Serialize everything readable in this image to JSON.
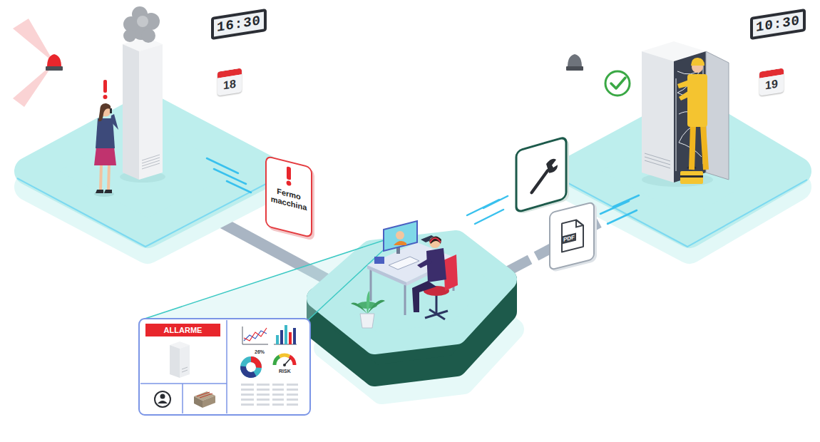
{
  "diagram": {
    "nodes": [
      {
        "text": [
          "16:30"
        ]
      },
      {
        "text": [
          "18"
        ]
      },
      {
        "text": [
          "Fermo macchina"
        ]
      },
      {
        "text": [
          "ALLARME"
        ]
      },
      {
        "text": [
          "PDF"
        ]
      },
      {
        "text": [
          "10:30"
        ]
      },
      {
        "text": [
          "19"
        ]
      }
    ],
    "labels": [
      "26%",
      "RISK"
    ]
  }
}
